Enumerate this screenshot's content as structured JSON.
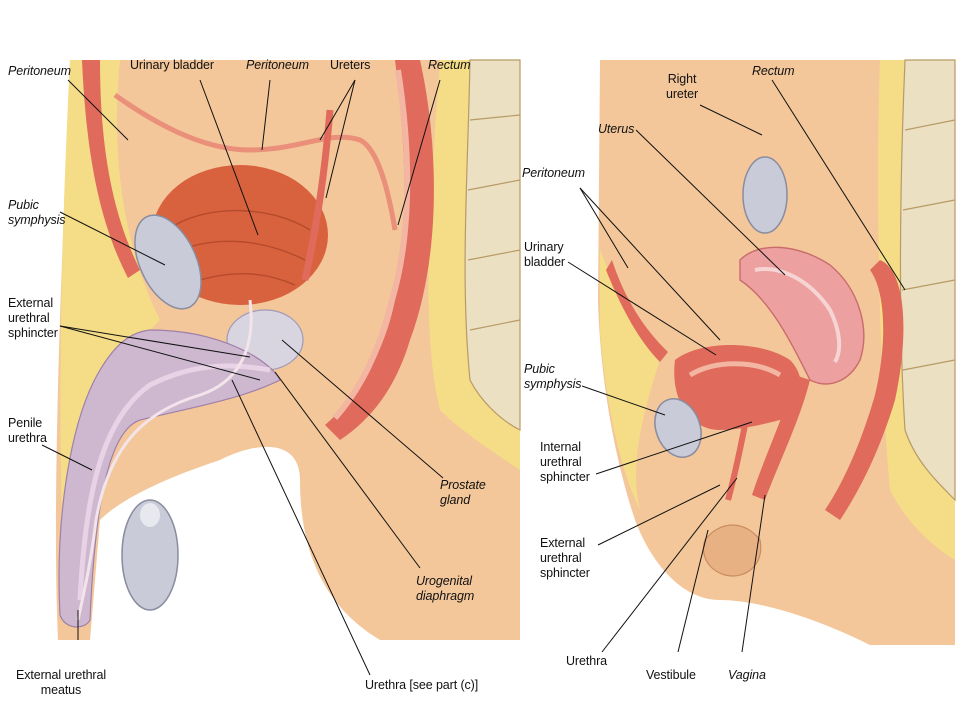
{
  "male": {
    "peritoneum_left": "Peritoneum",
    "urinary_bladder": "Urinary bladder",
    "peritoneum_top": "Peritoneum",
    "ureters": "Ureters",
    "rectum": "Rectum",
    "pubic_symphysis": "Pubic\nsymphysis",
    "external_urethral_sphincter": "External\nurethral\nsphincter",
    "penile_urethra": "Penile\nurethra",
    "prostate_gland": "Prostate\ngland",
    "urogenital_diaphragm": "Urogenital\ndiaphragm",
    "external_urethral_meatus": "External urethral\nmeatus",
    "urethra": "Urethra [see part (c)]"
  },
  "female": {
    "right_ureter": "Right\nureter",
    "rectum": "Rectum",
    "uterus": "Uterus",
    "peritoneum": "Peritoneum",
    "urinary_bladder": "Urinary\nbladder",
    "pubic_symphysis": "Pubic\nsymphysis",
    "internal_urethral_sphincter": "Internal\nurethral\nsphincter",
    "external_urethral_sphincter": "External\nurethral\nsphincter",
    "urethra": "Urethra",
    "vestibule": "Vestibule",
    "vagina": "Vagina"
  },
  "colors": {
    "skin": "#f3c79a",
    "fat": "#f4dd86",
    "muscle": "#e06a5c",
    "bladder": "#d9623e",
    "bone": "#ebe0c2",
    "uterus": "#eda0a0",
    "cartilage": "#c9cbd8"
  }
}
